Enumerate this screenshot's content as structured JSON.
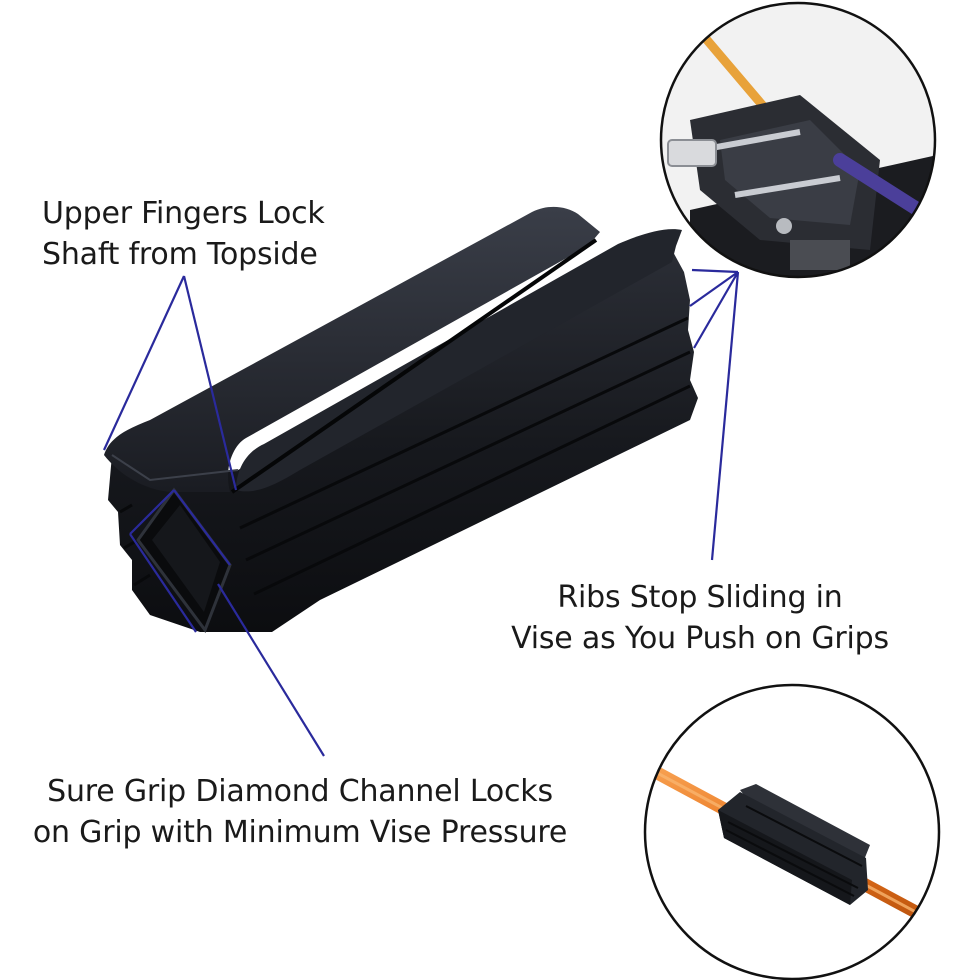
{
  "callouts": {
    "upper_fingers": {
      "line1": "Upper Fingers Lock",
      "line2": "Shaft from Topside"
    },
    "ribs": {
      "line1": "Ribs Stop Sliding in",
      "line2": "Vise as You Push on Grips"
    },
    "sure_grip": {
      "line1": "Sure Grip Diamond Channel Locks",
      "line2": "on Grip with Minimum Vise Pressure"
    }
  },
  "colors": {
    "leader_line": "#2a2a9c",
    "product": "#16181d",
    "shaft_orange": "#e8731c",
    "shaft_amber": "#e8a23a",
    "shaft_purple": "#4b3f9a"
  },
  "icons": {
    "inset_top": "vise-clamp-photo",
    "inset_bottom": "shaft-in-grip-photo"
  }
}
